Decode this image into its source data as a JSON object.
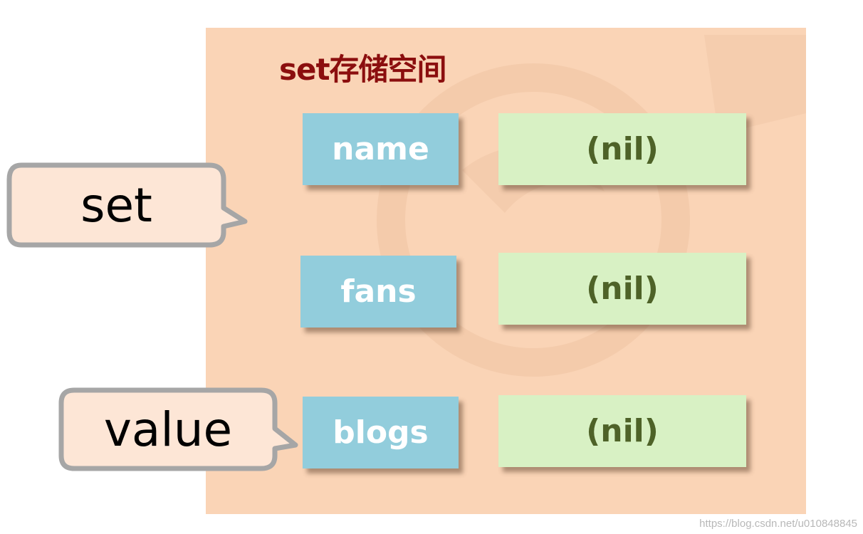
{
  "panel": {
    "title": "set存储空间",
    "background_color": "#fad4b6"
  },
  "rows": [
    {
      "key": "name",
      "value": "(nil)"
    },
    {
      "key": "fans",
      "value": "(nil)"
    },
    {
      "key": "blogs",
      "value": "(nil)"
    }
  ],
  "callouts": {
    "set_label": "set",
    "value_label": "value"
  },
  "colors": {
    "key_box": "#92cddc",
    "value_box": "#d8f1c4",
    "title": "#8b0e0e",
    "value_text": "#4e6228"
  },
  "source_url": "https://blog.csdn.net/u010848845"
}
